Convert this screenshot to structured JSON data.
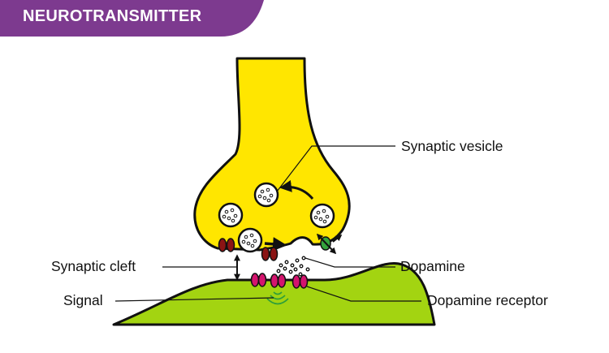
{
  "banner": {
    "title": "NEUROTRANSMITTER"
  },
  "labels": {
    "synaptic_vesicle": "Synaptic vesicle",
    "synaptic_cleft": "Synaptic cleft",
    "dopamine": "Dopamine",
    "signal": "Signal",
    "dopamine_receptor": "Dopamine receptor"
  },
  "colors": {
    "banner": "#7d3a8f",
    "presynaptic_neuron": "#ffe600",
    "postsynaptic_neuron": "#a3d411",
    "receptor": "#d4146e",
    "transporter": "#8b1414",
    "enzyme": "#33a43c",
    "signal": "#2e9e3a"
  }
}
